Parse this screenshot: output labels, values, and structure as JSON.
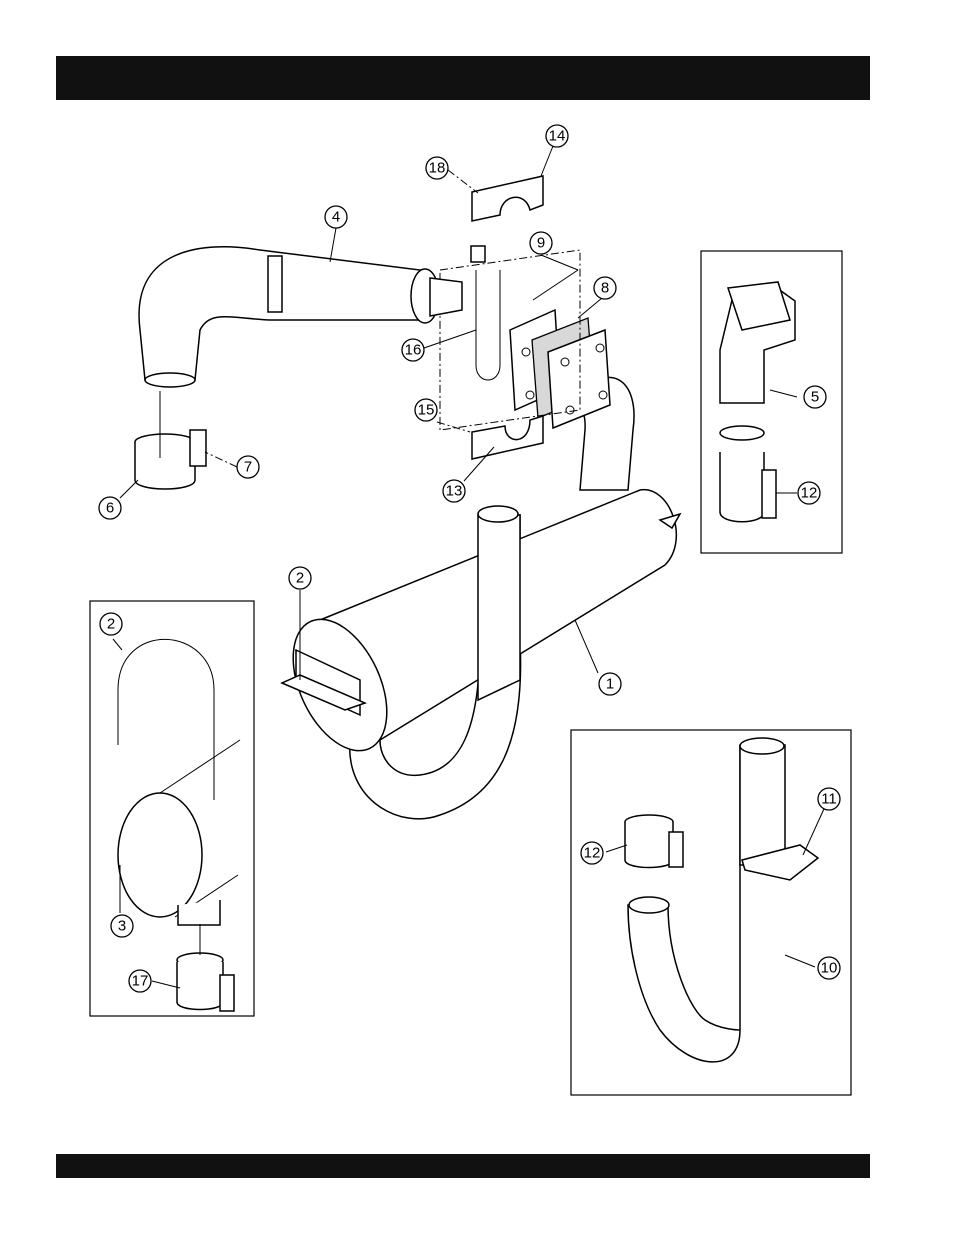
{
  "header_bar": {
    "color": "#111111"
  },
  "footer_bar": {
    "color": "#111111"
  },
  "diagram": {
    "callouts": [
      "1",
      "2",
      "3",
      "4",
      "5",
      "6",
      "7",
      "8",
      "9",
      "10",
      "11",
      "12",
      "13",
      "14",
      "15",
      "16",
      "17",
      "18"
    ],
    "inset_callouts": {
      "left_inset": [
        "2",
        "3",
        "17"
      ],
      "right_top_inset": [
        "5",
        "12"
      ],
      "right_bottom_inset": [
        "10",
        "11",
        "12"
      ]
    }
  }
}
